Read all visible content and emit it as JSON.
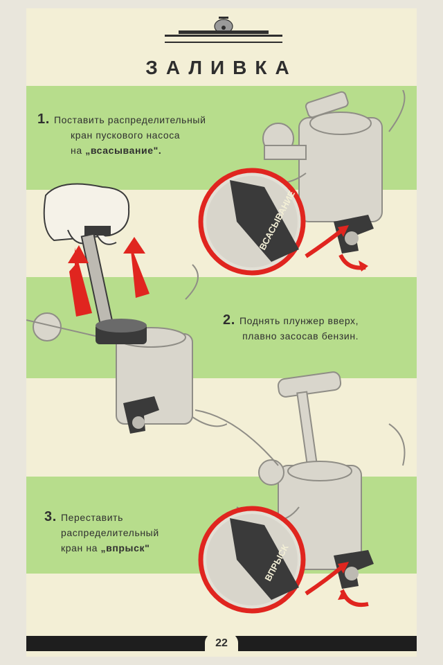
{
  "title": "ЗАЛИВКА",
  "steps": [
    {
      "number": "1.",
      "lines": [
        "Поставить распределительный",
        "кран пускового насоса",
        "на"
      ],
      "emphasis": "„всасывание\".",
      "dial_label": "ВСАСЫВАНИЕ"
    },
    {
      "number": "2.",
      "lines": [
        "Поднять плунжер вверх,",
        "плавно засосав бензин."
      ]
    },
    {
      "number": "3.",
      "lines": [
        "Переставить",
        "распределительный",
        "кран на"
      ],
      "emphasis": "„впрыск\"",
      "dial_label": "ВПРЫСК"
    }
  ],
  "page_number": "22",
  "colors": {
    "paper": "#f3efd6",
    "band": "#b7dd8c",
    "arrow": "#e0251f",
    "ink": "#2e2e2e"
  },
  "icons": {
    "emblem": "airplane-emblem-icon"
  }
}
